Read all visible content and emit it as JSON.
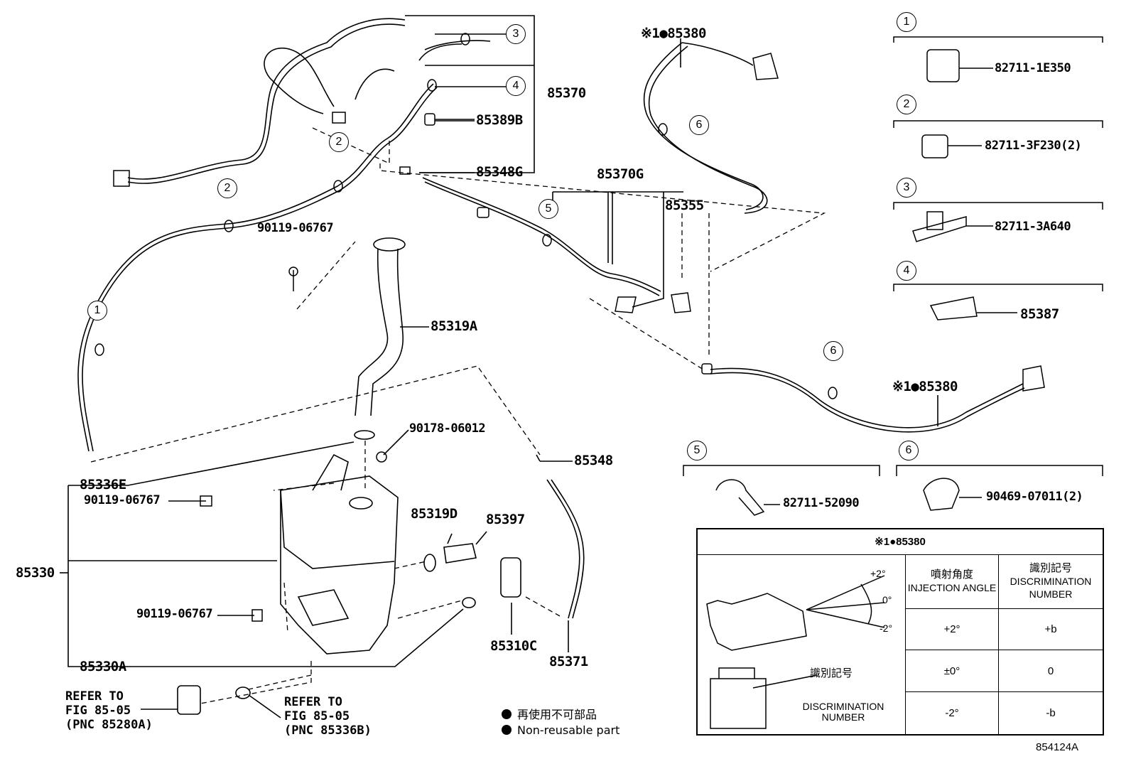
{
  "callouts": {
    "c1": "1",
    "c2a": "2",
    "c2b": "2",
    "c3": "3",
    "c4": "4",
    "c5": "5",
    "c6a": "6",
    "c6b": "6"
  },
  "parts": {
    "p85370": "85370",
    "p85389B": "85389B",
    "p85348G": "85348G",
    "p85370G": "85370G",
    "p85355": "85355",
    "p85380a": "※1●85380",
    "p85380b": "※1●85380",
    "p90119a": "90119-06767",
    "p85319A": "85319A",
    "p90178": "90178-06012",
    "p85348": "85348",
    "p85336E": "85336E",
    "p90119b": "90119-06767",
    "p85319D": "85319D",
    "p85397": "85397",
    "p85330": "85330",
    "p90119c": "90119-06767",
    "p85310C": "85310C",
    "p85371": "85371",
    "p85330A": "85330A"
  },
  "refs": {
    "ref1": "REFER TO\nFIG 85-05\n(PNC 85280A)",
    "ref2": "REFER TO\nFIG 85-05\n(PNC 85336B)"
  },
  "insets": [
    {
      "num": "1",
      "part": "82711-1E350"
    },
    {
      "num": "2",
      "part": "82711-3F230(2)"
    },
    {
      "num": "3",
      "part": "82711-3A640"
    },
    {
      "num": "4",
      "part": "85387"
    },
    {
      "num": "5",
      "part": "82711-52090"
    },
    {
      "num": "6",
      "part": "90469-07011(2)"
    }
  ],
  "legend": {
    "jp": "再使用不可部品",
    "en": "Non-reusable part"
  },
  "spec_table": {
    "title": "※1●85380",
    "col1_jp": "噴射角度",
    "col1_en": "INJECTION ANGLE",
    "col2_jp": "識別記号",
    "col2_en": "DISCRIMINATION NUMBER",
    "rows": [
      [
        "+2°",
        "+b"
      ],
      [
        "±0°",
        "0"
      ],
      [
        "-2°",
        "-b"
      ]
    ],
    "angles": {
      "top": "+2°",
      "mid": "0°",
      "bot": "-2°"
    },
    "mark_jp": "識別記号",
    "mark_en": "DISCRIMINATION NUMBER"
  },
  "figure_id": "854124A"
}
